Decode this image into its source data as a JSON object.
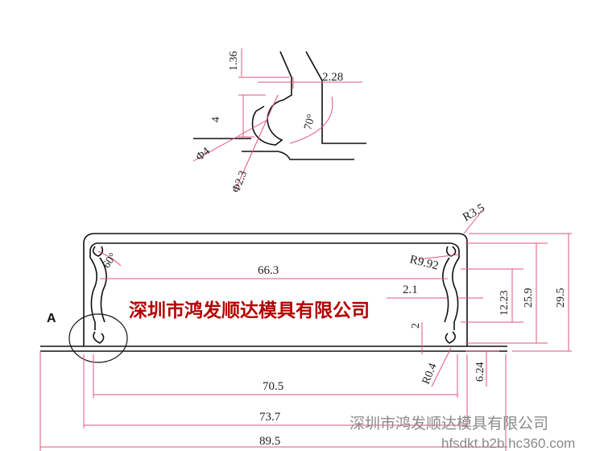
{
  "detail": {
    "d_1_36": "1.36",
    "d_2_28": "2.28",
    "d_4": "4",
    "d_70deg": "70°",
    "d_phi4": "Φ4",
    "d_phi2_3": "Φ2.3"
  },
  "main": {
    "d_r3_5": "R3.5",
    "d_r9_92": "R9.92",
    "d_60deg": "60°",
    "d_66_3": "66.3",
    "d_2_1": "2.1",
    "d_12_23": "12.23",
    "d_25_9": "25.9",
    "d_29_5": "29.5",
    "d_2": "2",
    "d_r0_4": "R0.4",
    "d_6_24": "6.24",
    "d_70_5": "70.5",
    "d_73_7": "73.7",
    "d_89_5": "89.5",
    "label_a": "A"
  },
  "watermark": {
    "center_text": "深圳市鸿发顺达模具有限公司",
    "corner_name": "深圳市鸿发顺达模具有限公司",
    "corner_url": "hfsdkt.b2b.hc360.com"
  },
  "colors": {
    "line": "#111111",
    "dimension": "#e0567a",
    "watermark_red": "#b40000",
    "watermark_gray": "#8a8a8a"
  }
}
